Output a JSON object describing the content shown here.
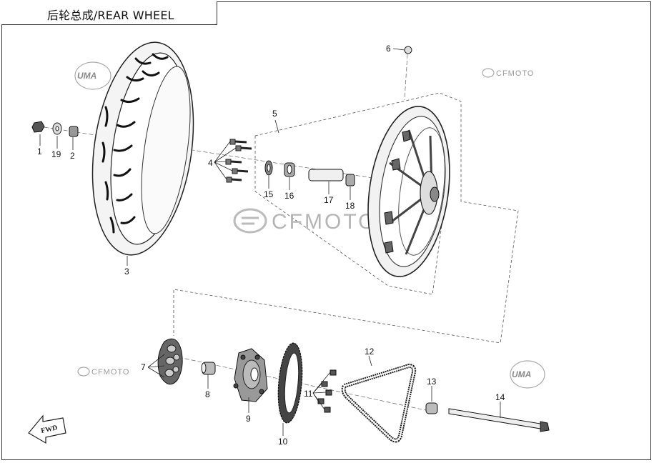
{
  "title": "后轮总成/REAR WHEEL",
  "watermarks": {
    "cfmoto": "CFMOTO",
    "uma": "UMA"
  },
  "fwd_label": "FWD",
  "callouts": {
    "c1": "1",
    "c2": "2",
    "c3": "3",
    "c4": "4",
    "c5": "5",
    "c6": "6",
    "c7": "7",
    "c8": "8",
    "c9": "9",
    "c10": "10",
    "c11": "11",
    "c12": "12",
    "c13": "13",
    "c14": "14",
    "c15": "15",
    "c16": "16",
    "c17": "17",
    "c18": "18",
    "c19": "19"
  },
  "colors": {
    "line": "#222222",
    "part": "#e6e6e6",
    "dark": "#3a3a3a",
    "watermark": "#b0b0b0"
  }
}
